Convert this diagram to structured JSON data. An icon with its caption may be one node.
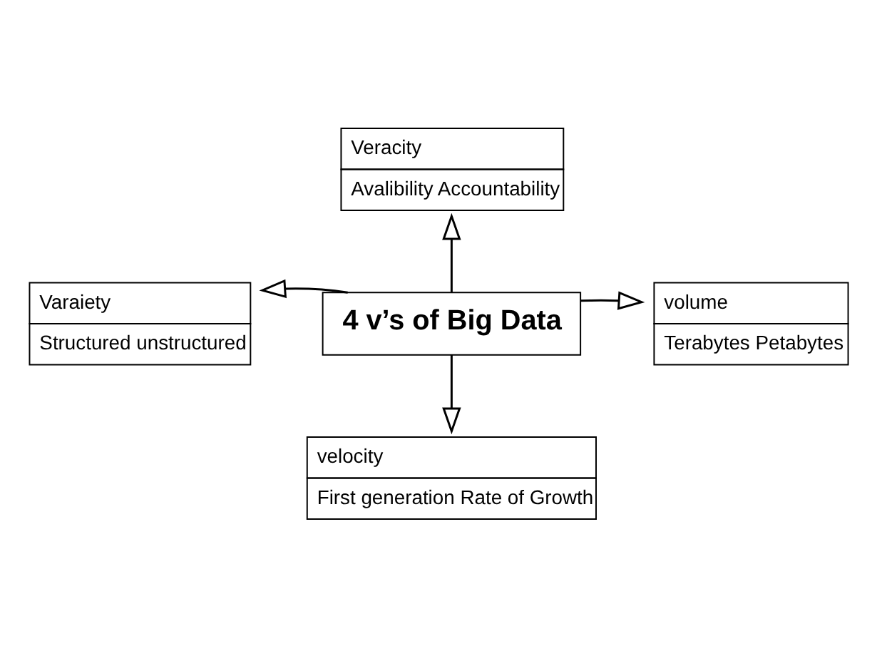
{
  "diagram": {
    "nodes": [
      {
        "text": [
          "Veracity",
          "Avalibility Accountability"
        ]
      },
      {
        "text": [
          "Varaiety",
          "Structured unstructured"
        ]
      },
      {
        "text": [
          "4 v’s of Big Data"
        ]
      },
      {
        "text": [
          "volume",
          "Terabytes Petabytes"
        ]
      },
      {
        "text": [
          "velocity",
          "First generation Rate of Growth"
        ]
      }
    ],
    "edges": [
      {
        "from": 2,
        "to": 0,
        "arrow": "to"
      },
      {
        "from": 2,
        "to": 1,
        "arrow": "to"
      },
      {
        "from": 2,
        "to": 3,
        "arrow": "to"
      },
      {
        "from": 2,
        "to": 4,
        "arrow": "to"
      }
    ]
  }
}
